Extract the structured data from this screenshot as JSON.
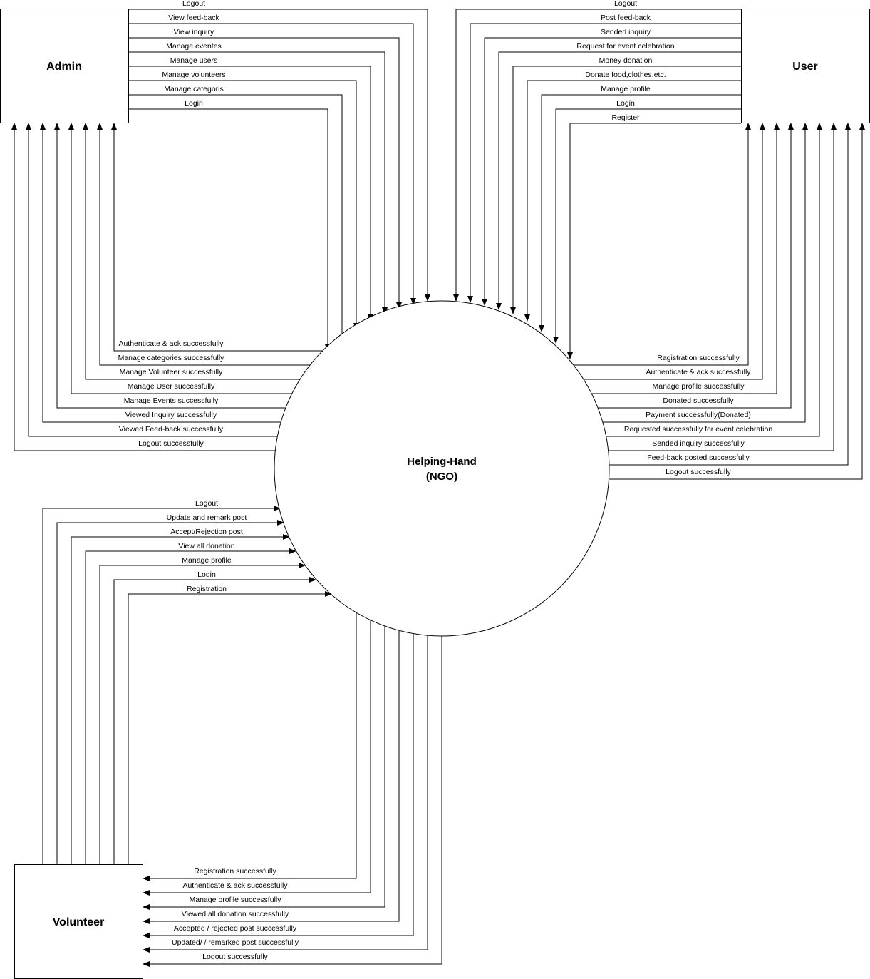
{
  "entities": {
    "admin": "Admin",
    "user": "User",
    "volunteer": "Volunteer",
    "center_line1": "Helping-Hand",
    "center_line2": "(NGO)"
  },
  "admin_to_center": [
    "Logout",
    "View feed-back",
    "View inquiry",
    "Manage eventes",
    "Manage users",
    "Manage volunteers",
    "Manage categoris",
    "Login"
  ],
  "center_to_admin": [
    "Authenticate & ack successfully",
    "Manage categories successfully",
    "Manage Volunteer successfully",
    "Manage User successfully",
    "Manage Events successfully",
    "Viewed Inquiry successfully",
    "Viewed Feed-back successfully",
    "Logout successfully"
  ],
  "user_to_center": [
    "Logout",
    "Post feed-back",
    "Sended inquiry",
    "Request for event celebration",
    "Money donation",
    "Donate food,clothes,etc.",
    "Manage profile",
    "Login",
    "Register"
  ],
  "center_to_user": [
    "Ragistration successfully",
    "Authenticate & ack successfully",
    "Manage profile successfully",
    "Donated successfully",
    "Payment successfully(Donated)",
    "Requested successfully for event celebration",
    "Sended inquiry successfully",
    "Feed-back posted successfully",
    "Logout successfully"
  ],
  "volunteer_to_center": [
    "Logout",
    "Update and remark post",
    "Accept/Rejection post",
    "View all donation",
    "Manage profile",
    "Login",
    "Registration"
  ],
  "center_to_volunteer": [
    "Registration successfully",
    "Authenticate & ack successfully",
    "Manage profile successfully",
    "Viewed all donation successfully",
    "Accepted / rejected post successfully",
    "Updated/ / remarked post successfully",
    "Logout successfully"
  ]
}
